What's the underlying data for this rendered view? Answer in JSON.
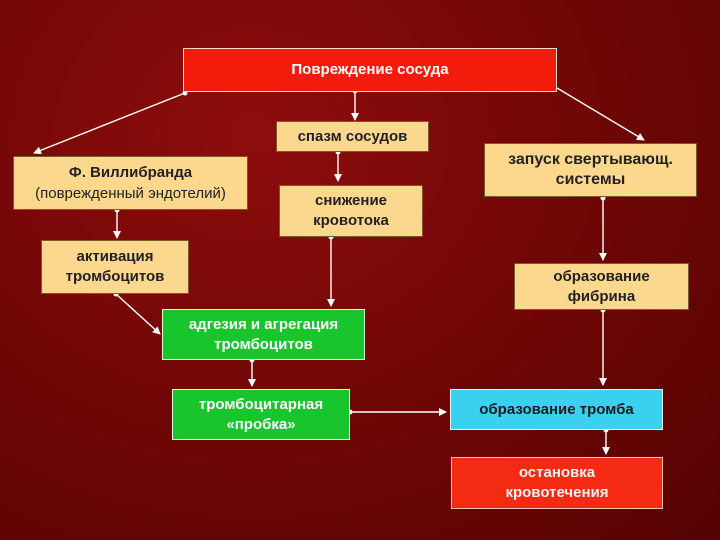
{
  "boxes": {
    "damage": "Повреждение сосуда",
    "spasm": "спазм сосудов",
    "willebrand_title": "Ф. Виллибранда",
    "willebrand_sub": "(поврежденный эндотелий)",
    "flow_decrease": "снижение\nкровотока",
    "coag_launch": "запуск свертывающ.\nсистемы",
    "platelet_activation": "активация\nтромбоцитов",
    "fibrin": "образование\nфибрина",
    "adhesion": "адгезия и агрегация\nтромбоцитов",
    "plug": "тромбоцитарная\n«пробка»",
    "thrombus": "образование тромба",
    "bleeding_stop": "остановка\nкровотечения"
  },
  "colors": {
    "background": "#7a0808",
    "cream": "#fcd88f",
    "red": "#f31b0b",
    "green": "#19c52c",
    "cyan": "#3ad0f0",
    "arrow": "#ffffff"
  }
}
